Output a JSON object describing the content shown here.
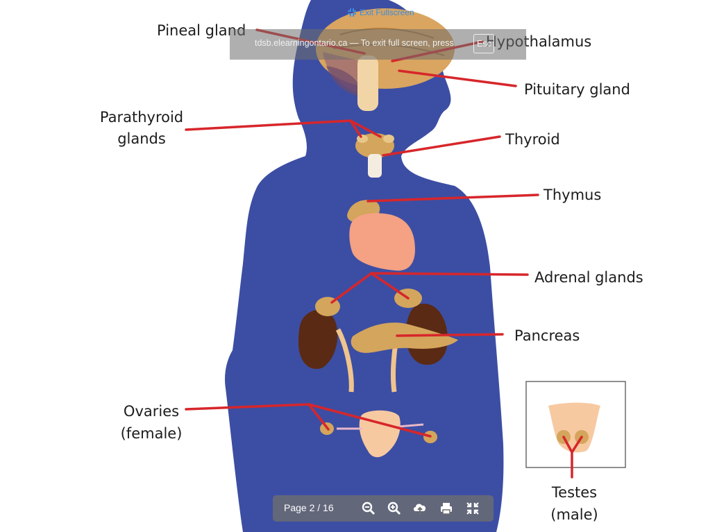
{
  "diagram": {
    "labels": {
      "pineal": "Pineal gland",
      "hypothalamus": "Hypothalamus",
      "pituitary": "Pituitary gland",
      "parathyroid_1": "Parathyroid",
      "parathyroid_2": "glands",
      "thyroid": "Thyroid",
      "thymus": "Thymus",
      "adrenal": "Adrenal glands",
      "pancreas": "Pancreas",
      "ovaries_1": "Ovaries",
      "ovaries_2": "(female)",
      "testes_1": "Testes",
      "testes_2": "(male)"
    },
    "colors": {
      "body": "#3c4ea3",
      "leader_line": "#d7262b",
      "gland": "#d4a55c",
      "heart": "#f4a184",
      "kidney": "#5a2a14",
      "skin": "#f7c9a1"
    }
  },
  "fullscreen_notice": {
    "message": "tdsb.elearningontario.ca — To exit full screen, press",
    "key": "Esc",
    "exit_link": "Exit Fullscreen"
  },
  "toolbar": {
    "page_indicator": "Page 2 / 16",
    "icons": [
      "zoom-out-icon",
      "zoom-in-icon",
      "download-icon",
      "print-icon",
      "exit-fullscreen-icon"
    ]
  }
}
